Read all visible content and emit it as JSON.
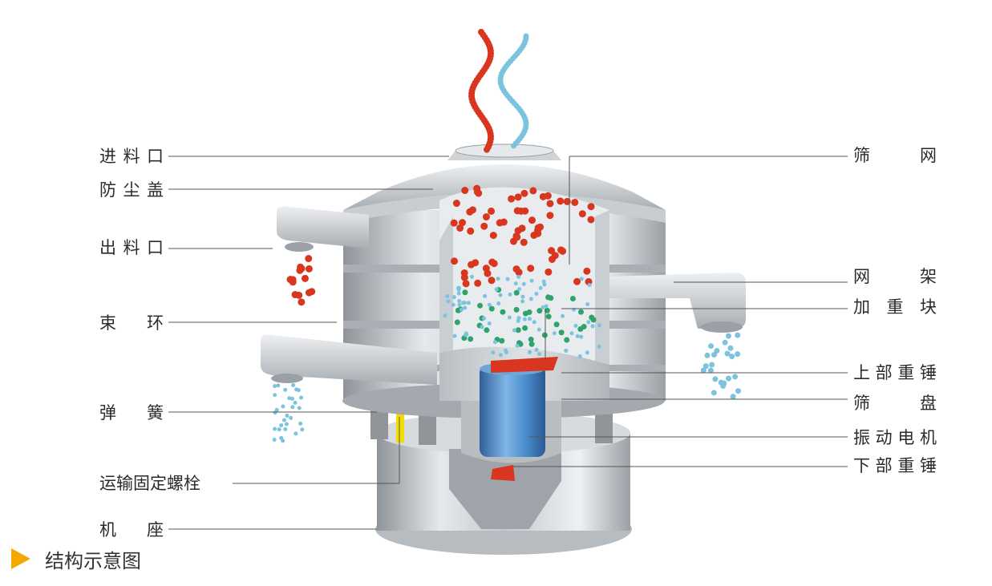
{
  "labels_left": [
    {
      "id": "feed-inlet",
      "text": "进料口"
    },
    {
      "id": "dust-cover",
      "text": "防尘盖"
    },
    {
      "id": "outlet",
      "text": "出料口"
    },
    {
      "id": "clamp-ring",
      "text": "束  环"
    },
    {
      "id": "spring",
      "text": "弹  簧"
    },
    {
      "id": "transport-bolt",
      "text": "运输固定螺栓"
    },
    {
      "id": "base",
      "text": "机  座"
    }
  ],
  "labels_right": [
    {
      "id": "screen-mesh",
      "text": "筛    网"
    },
    {
      "id": "mesh-frame",
      "text": "网    架"
    },
    {
      "id": "weight-block",
      "text": "加 重 块"
    },
    {
      "id": "upper-hammer",
      "text": "上部重锤"
    },
    {
      "id": "screen-tray",
      "text": "筛    盘"
    },
    {
      "id": "vibration-motor",
      "text": "振动电机"
    },
    {
      "id": "lower-hammer",
      "text": "下部重锤"
    }
  ],
  "caption": "结构示意图",
  "colors": {
    "accent": "#f5a800",
    "particle_red": "#d9361f",
    "particle_green": "#2fa36b",
    "particle_blue": "#7cc3de",
    "motor_blue": "#3f86c6",
    "bolt_yellow": "#f2dd00"
  }
}
